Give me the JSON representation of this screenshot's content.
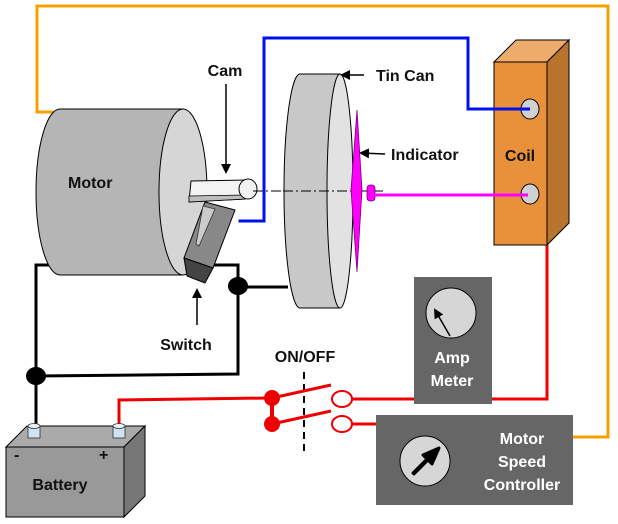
{
  "title": "Motor-driven tin can indicator circuit",
  "labels": {
    "motor": "Motor",
    "cam": "Cam",
    "tin_can": "Tin Can",
    "indicator": "Indicator",
    "coil": "Coil",
    "switch": "Switch",
    "on_off": "ON/OFF",
    "amp_meter_line1": "Amp",
    "amp_meter_line2": "Meter",
    "controller_line1": "Motor",
    "controller_line2": "Speed",
    "controller_line3": "Controller",
    "battery": "Battery",
    "battery_minus": "-",
    "battery_plus": "+"
  },
  "colors": {
    "orange_wire": "#f5a000",
    "blue_wire": "#0010ee",
    "magenta_wire": "#ff00ff",
    "red_wire": "#ee0000",
    "black_wire": "#000000",
    "coil_front": "#e8913a",
    "coil_top": "#eeac6a",
    "coil_side": "#b8732c",
    "motor_body": "#b5b5b5",
    "motor_face": "#d6d6d6",
    "box_dark": "#666666",
    "battery": "#999999",
    "terminal": "#cfe3f3"
  },
  "components": [
    {
      "id": "motor",
      "type": "motor"
    },
    {
      "id": "cam",
      "type": "cam"
    },
    {
      "id": "switch",
      "type": "cam-switch"
    },
    {
      "id": "tin_can",
      "type": "drum"
    },
    {
      "id": "indicator",
      "type": "pointer"
    },
    {
      "id": "coil",
      "type": "solenoid",
      "terminals": 2
    },
    {
      "id": "amp_meter",
      "type": "ammeter"
    },
    {
      "id": "on_off",
      "type": "double-pole-switch",
      "state": "open"
    },
    {
      "id": "motor_speed_controller",
      "type": "controller"
    },
    {
      "id": "battery",
      "type": "battery"
    }
  ],
  "connections": [
    {
      "from": "motor",
      "to": "motor_speed_controller",
      "color": "orange"
    },
    {
      "from": "switch",
      "to": "coil",
      "color": "blue"
    },
    {
      "from": "coil",
      "to": "indicator",
      "color": "magenta"
    },
    {
      "from": "coil",
      "to": "amp_meter",
      "color": "red"
    },
    {
      "from": "amp_meter",
      "to": "on_off",
      "color": "red"
    },
    {
      "from": "on_off",
      "to": "motor_speed_controller",
      "color": "red"
    },
    {
      "from": "on_off",
      "to": "battery",
      "terminal": "+",
      "color": "red"
    },
    {
      "from": "battery",
      "terminal": "-",
      "to": "motor",
      "color": "black"
    },
    {
      "from": "switch",
      "to": "tin_can",
      "color": "black"
    },
    {
      "from": "battery",
      "terminal": "-",
      "to": "switch",
      "color": "black"
    }
  ]
}
